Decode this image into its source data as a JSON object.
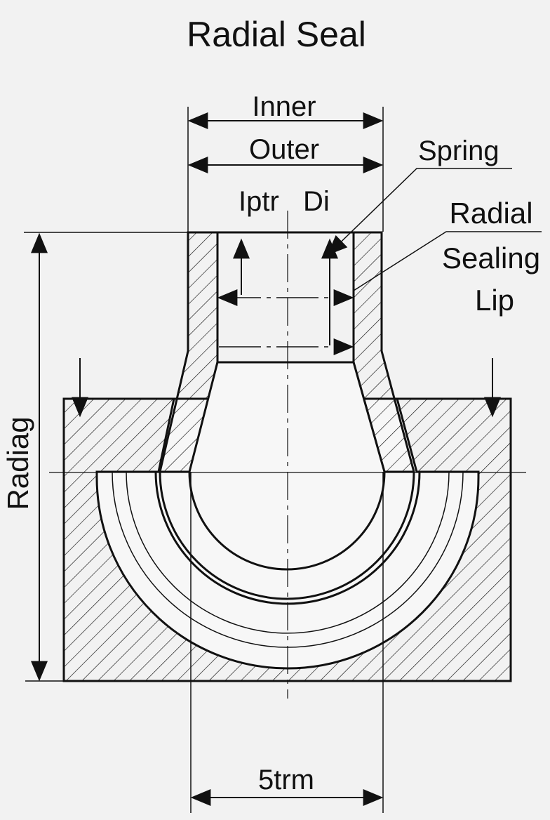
{
  "title": "Radial Seal",
  "labels": {
    "inner": "Inner",
    "outer": "Outer",
    "spring": "Spring",
    "iptr": "Iptr",
    "di": "Di",
    "radial_sealing_lip": [
      "Radial",
      "Sealing",
      "Lip"
    ],
    "radiag": "Radiag",
    "bottom_dim": "5trm"
  },
  "colors": {
    "background": "#f2f2f2",
    "ink": "#111111",
    "fill": "#f7f7f7"
  }
}
